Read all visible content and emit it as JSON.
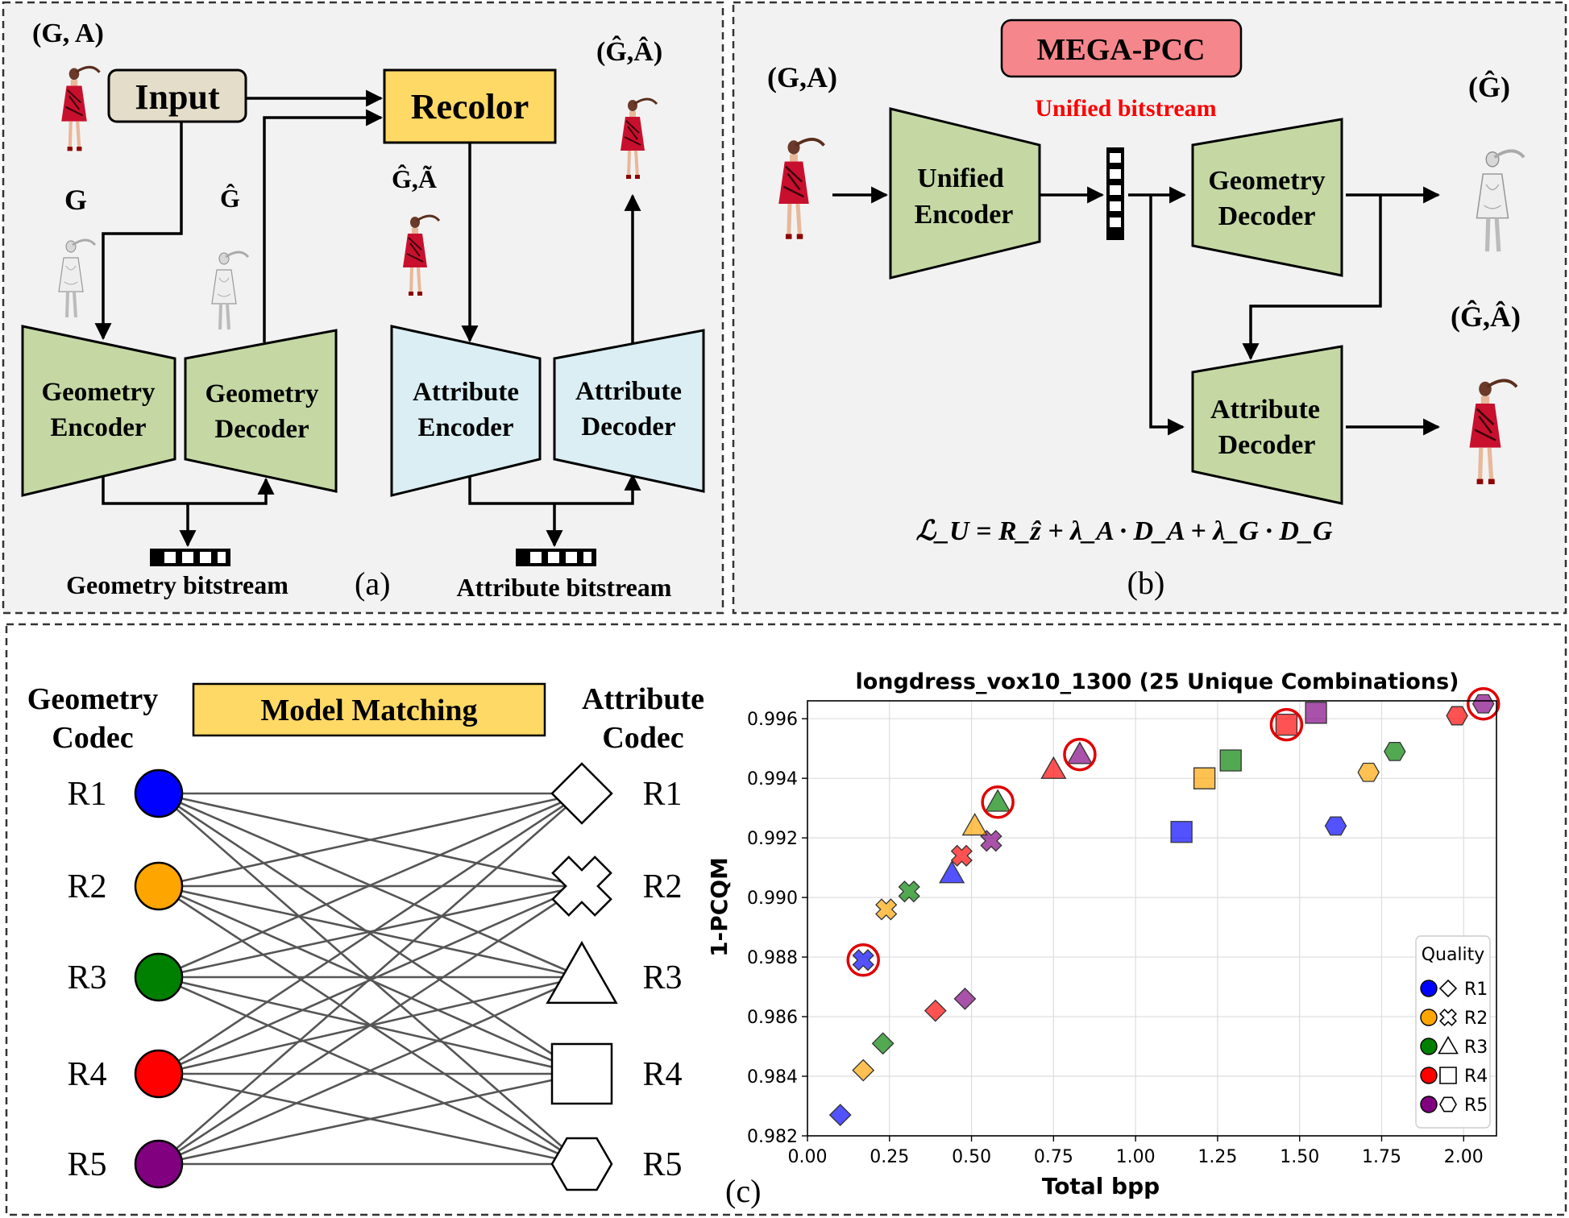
{
  "panel_a": {
    "label": "(a)",
    "ga_top": "(G, A)",
    "input_box": "Input",
    "recolor_box": "Recolor",
    "ghat_ahat": "(Ĝ,Â)",
    "g_label": "G",
    "ghat_label": "Ĝ",
    "ghat_atilde": "Ĝ,Ã",
    "geometry_encoder": [
      "Geometry",
      "Encoder"
    ],
    "geometry_decoder": [
      "Geometry",
      "Decoder"
    ],
    "attribute_encoder": [
      "Attribute",
      "Encoder"
    ],
    "attribute_decoder": [
      "Attribute",
      "Decoder"
    ],
    "geometry_bitstream": "Geometry bitstream",
    "attribute_bitstream": "Attribute bitstream"
  },
  "panel_b": {
    "label": "(b)",
    "title": "MEGA-PCC",
    "unified_bitstream": "Unified bitstream",
    "ga_input": "(G,A)",
    "ghat_out": "(Ĝ)",
    "ghat_ahat_out": "(Ĝ,Â)",
    "unified_encoder": [
      "Unified",
      "Encoder"
    ],
    "geometry_decoder": [
      "Geometry",
      "Decoder"
    ],
    "attribute_decoder": [
      "Attribute",
      "Decoder"
    ],
    "loss_formula": "ℒ_U = R_ẑ + λ_A · D_A + λ_G · D_G"
  },
  "panel_c": {
    "label": "(c)",
    "model_matching": "Model Matching",
    "geometry_codec": [
      "Geometry",
      "Codec"
    ],
    "attribute_codec": [
      "Attribute",
      "Codec"
    ],
    "left_rates": [
      "R1",
      "R2",
      "R3",
      "R4",
      "R5"
    ],
    "right_rates": [
      "R1",
      "R2",
      "R3",
      "R4",
      "R5"
    ],
    "rate_colors": [
      "#0000ff",
      "#ffa500",
      "#008000",
      "#ff0000",
      "#800080"
    ]
  },
  "chart_data": {
    "type": "scatter",
    "title": "longdress_vox10_1300 (25 Unique Combinations)",
    "xlabel": "Total bpp",
    "ylabel": "1-PCQM",
    "xlim": [
      0.0,
      2.1
    ],
    "ylim": [
      0.982,
      0.9966
    ],
    "xticks": [
      "0.00",
      "0.25",
      "0.50",
      "0.75",
      "1.00",
      "1.25",
      "1.50",
      "1.75",
      "2.00"
    ],
    "yticks": [
      "0.982",
      "0.984",
      "0.986",
      "0.988",
      "0.990",
      "0.992",
      "0.994",
      "0.996"
    ],
    "grid": true,
    "legend_title": "Quality",
    "legend_placement": "lower-right",
    "legend_labels": [
      "R1",
      "R2",
      "R3",
      "R4",
      "R5"
    ],
    "series_note_colors": [
      "#0000ff",
      "#ffa500",
      "#008000",
      "#ff0000",
      "#800080"
    ],
    "points": [
      {
        "x": 0.1,
        "y": 0.9827,
        "geo": "R1",
        "attr": "R1",
        "highlight": false
      },
      {
        "x": 0.17,
        "y": 0.9842,
        "geo": "R2",
        "attr": "R1",
        "highlight": false
      },
      {
        "x": 0.23,
        "y": 0.9851,
        "geo": "R3",
        "attr": "R1",
        "highlight": false
      },
      {
        "x": 0.39,
        "y": 0.9862,
        "geo": "R4",
        "attr": "R1",
        "highlight": false
      },
      {
        "x": 0.48,
        "y": 0.9866,
        "geo": "R5",
        "attr": "R1",
        "highlight": false
      },
      {
        "x": 0.17,
        "y": 0.9879,
        "geo": "R1",
        "attr": "R2",
        "highlight": true
      },
      {
        "x": 0.24,
        "y": 0.9896,
        "geo": "R2",
        "attr": "R2",
        "highlight": false
      },
      {
        "x": 0.31,
        "y": 0.9902,
        "geo": "R3",
        "attr": "R2",
        "highlight": false
      },
      {
        "x": 0.47,
        "y": 0.9914,
        "geo": "R4",
        "attr": "R2",
        "highlight": false
      },
      {
        "x": 0.56,
        "y": 0.9919,
        "geo": "R5",
        "attr": "R2",
        "highlight": false
      },
      {
        "x": 0.44,
        "y": 0.9908,
        "geo": "R1",
        "attr": "R3",
        "highlight": false
      },
      {
        "x": 0.51,
        "y": 0.9924,
        "geo": "R2",
        "attr": "R3",
        "highlight": false
      },
      {
        "x": 0.58,
        "y": 0.9932,
        "geo": "R3",
        "attr": "R3",
        "highlight": true
      },
      {
        "x": 0.75,
        "y": 0.9943,
        "geo": "R4",
        "attr": "R3",
        "highlight": false
      },
      {
        "x": 0.83,
        "y": 0.9948,
        "geo": "R5",
        "attr": "R3",
        "highlight": true
      },
      {
        "x": 1.14,
        "y": 0.9922,
        "geo": "R1",
        "attr": "R4",
        "highlight": false
      },
      {
        "x": 1.21,
        "y": 0.994,
        "geo": "R2",
        "attr": "R4",
        "highlight": false
      },
      {
        "x": 1.29,
        "y": 0.9946,
        "geo": "R3",
        "attr": "R4",
        "highlight": false
      },
      {
        "x": 1.46,
        "y": 0.9958,
        "geo": "R4",
        "attr": "R4",
        "highlight": true
      },
      {
        "x": 1.55,
        "y": 0.9962,
        "geo": "R5",
        "attr": "R4",
        "highlight": false
      },
      {
        "x": 1.61,
        "y": 0.9924,
        "geo": "R1",
        "attr": "R5",
        "highlight": false
      },
      {
        "x": 1.71,
        "y": 0.9942,
        "geo": "R2",
        "attr": "R5",
        "highlight": false
      },
      {
        "x": 1.79,
        "y": 0.9949,
        "geo": "R3",
        "attr": "R5",
        "highlight": false
      },
      {
        "x": 1.98,
        "y": 0.9961,
        "geo": "R4",
        "attr": "R5",
        "highlight": false
      },
      {
        "x": 2.06,
        "y": 0.9965,
        "geo": "R5",
        "attr": "R5",
        "highlight": true
      }
    ]
  }
}
